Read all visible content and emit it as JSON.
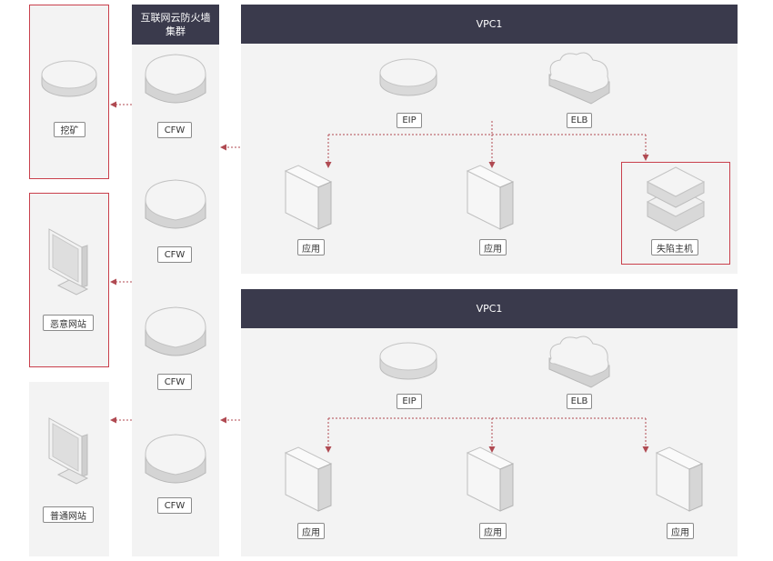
{
  "cluster": {
    "title_line1": "互联网云防火墙",
    "title_line2": "集群",
    "cfw_label": "CFW"
  },
  "left": {
    "mining": "挖矿",
    "malicious": "恶意网站",
    "normal": "普通网站"
  },
  "vpc_top": {
    "title": "VPC1",
    "eip": "EIP",
    "elb": "ELB",
    "app1": "应用",
    "app2": "应用",
    "compromised": "失陷主机"
  },
  "vpc_bottom": {
    "title": "VPC1",
    "eip": "EIP",
    "elb": "ELB",
    "app1": "应用",
    "app2": "应用",
    "app3": "应用"
  },
  "colors": {
    "header": "#3a3a4c",
    "alert": "#c9404c",
    "panel": "#f3f3f3",
    "arrow": "#b04a52"
  }
}
